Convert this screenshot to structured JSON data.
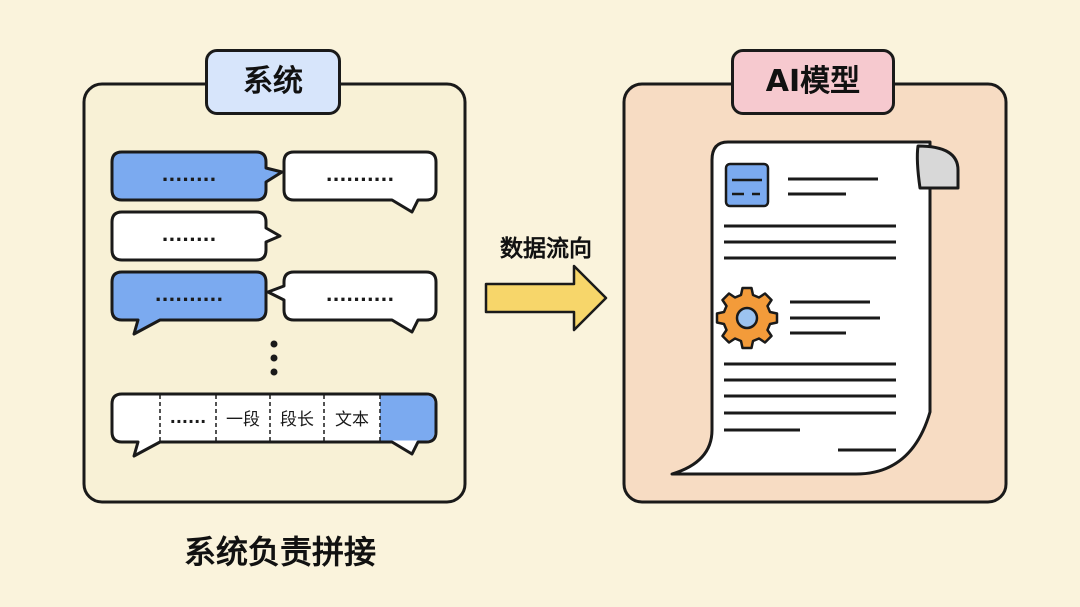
{
  "system_panel": {
    "label": "系统",
    "messages": [
      {
        "text": "........",
        "color": "blue"
      },
      {
        "text": "..........",
        "color": "white"
      },
      {
        "text": "........",
        "color": "white"
      },
      {
        "text": "..........",
        "color": "blue"
      },
      {
        "text": "..........",
        "color": "white"
      }
    ],
    "ellipsis": "⋮",
    "combined_segments": [
      "",
      "......",
      "一段",
      "段长",
      "文本",
      ""
    ],
    "caption": "系统负责拼接"
  },
  "flow": {
    "label": "数据流向"
  },
  "ai_panel": {
    "label": "AI模型"
  },
  "colors": {
    "background": "#faf3dc",
    "system_panel_fill": "#f8f1d6",
    "ai_panel_fill": "#f7dcc3",
    "bubble_blue": "#7baaf0",
    "bubble_white": "#ffffff",
    "arrow_fill": "#f7d66a",
    "gear": "#f39b3a",
    "gear_center": "#9cc3f0",
    "doc_icon": "#7baaf0"
  }
}
